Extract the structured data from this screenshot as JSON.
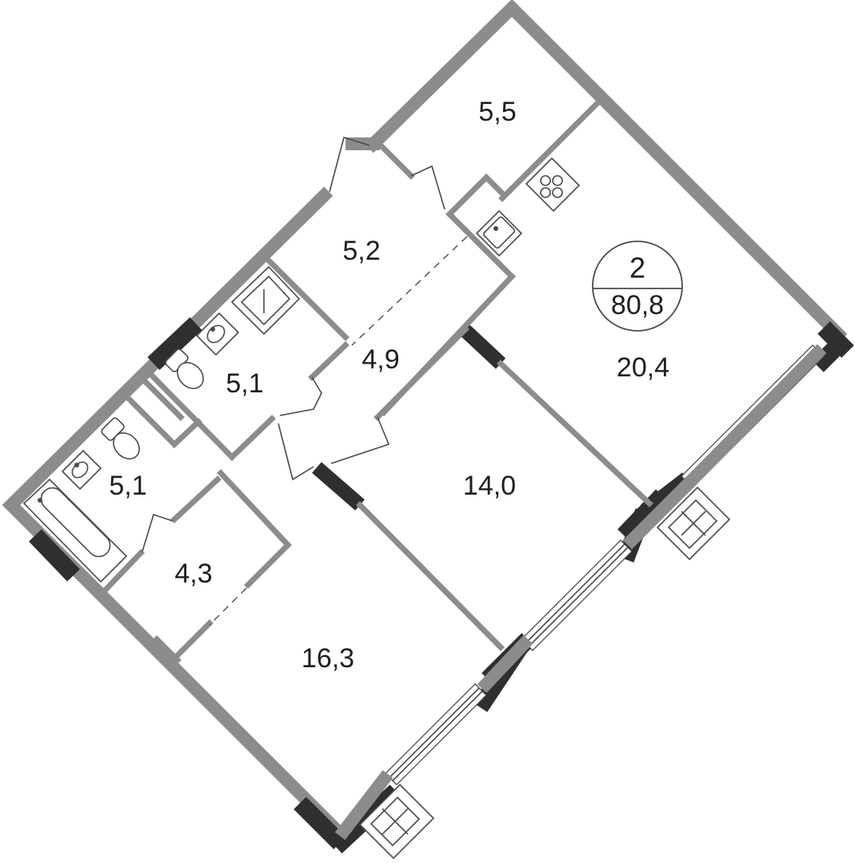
{
  "summary": {
    "rooms": "2",
    "total_area": "80,8"
  },
  "rooms": [
    {
      "id": "storage_top",
      "area": "5,5"
    },
    {
      "id": "entrance",
      "area": "5,2"
    },
    {
      "id": "hall",
      "area": "4,9"
    },
    {
      "id": "kitchen_living",
      "area": "20,4"
    },
    {
      "id": "bathroom_wc",
      "area": "5,1"
    },
    {
      "id": "bathroom_tub",
      "area": "5,1"
    },
    {
      "id": "bedroom",
      "area": "14,0"
    },
    {
      "id": "wardrobe",
      "area": "4,3"
    },
    {
      "id": "bedroom_large",
      "area": "16,3"
    }
  ],
  "colors": {
    "wall": "#8c8c8c",
    "wall_dark": "#2f2f2f",
    "line": "#4a4a4a",
    "text": "#1e1e1e"
  },
  "icons": [
    "stove-icon",
    "sink-icon",
    "shower-icon",
    "toilet-icon",
    "bathtub-icon",
    "washbasin-icon",
    "ventilation-icon"
  ]
}
